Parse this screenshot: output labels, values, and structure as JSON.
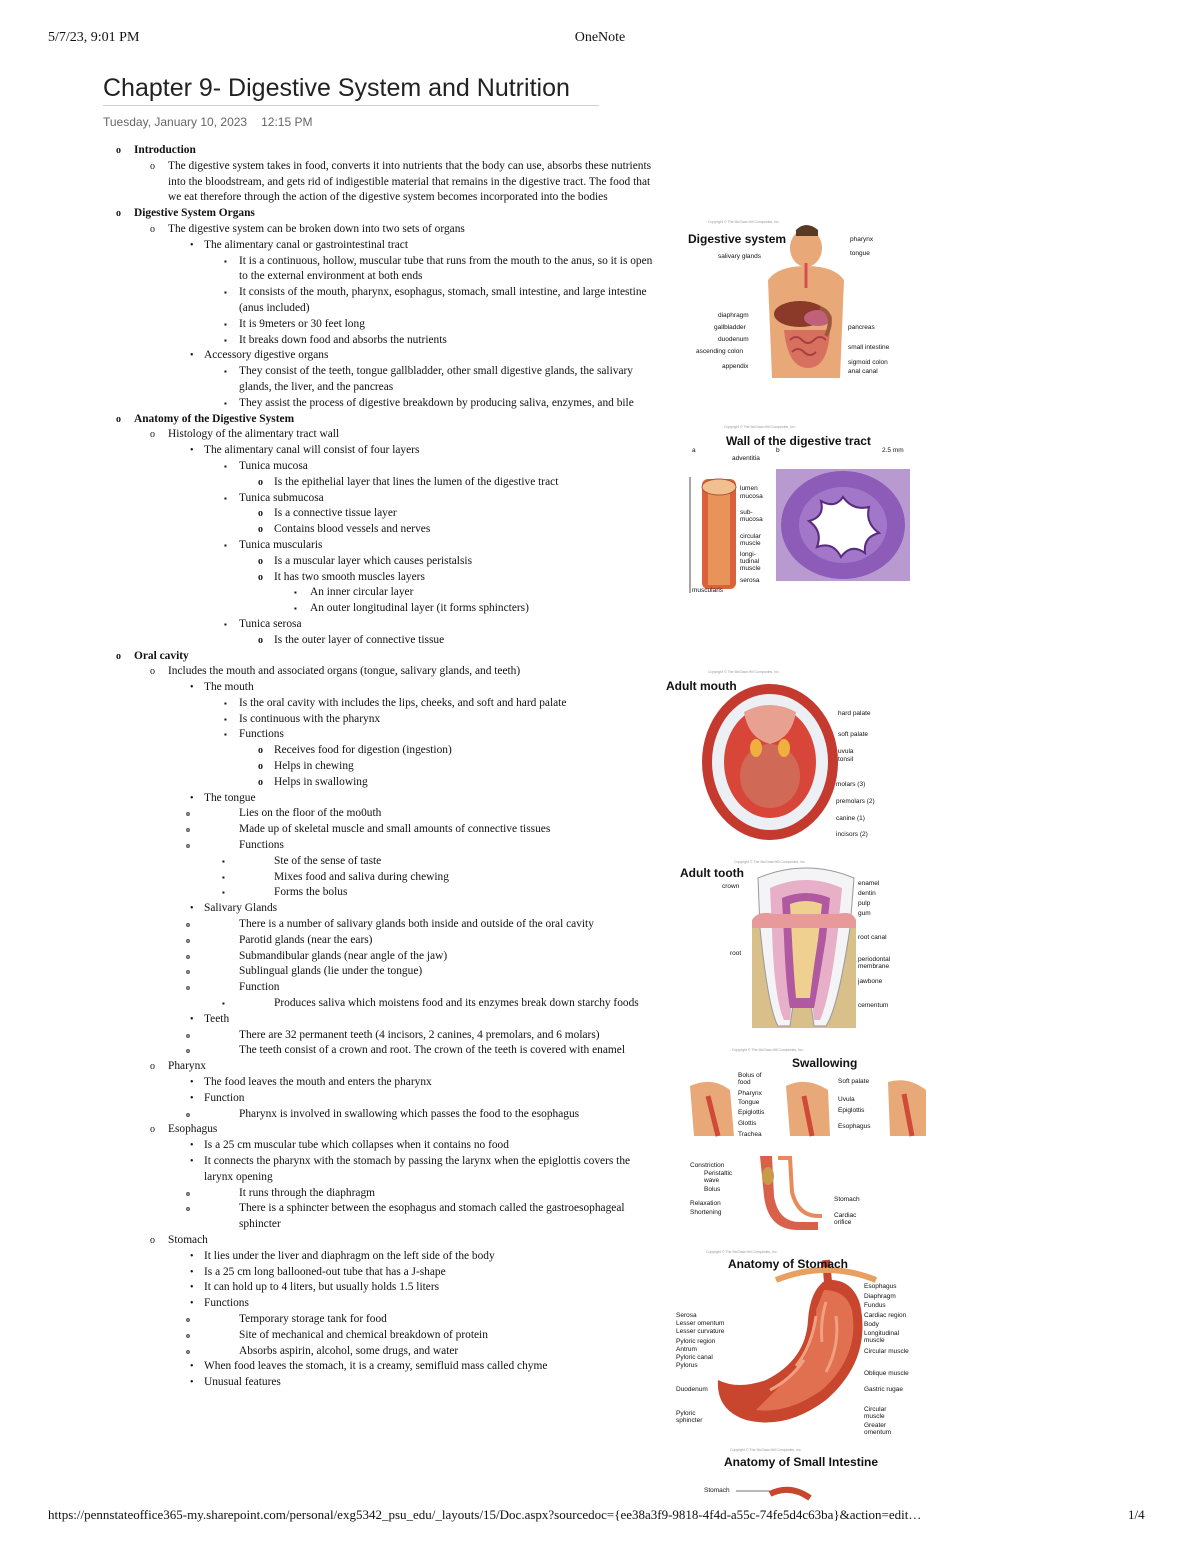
{
  "print_header": {
    "datetime": "5/7/23, 9:01 PM",
    "app": "OneNote"
  },
  "print_footer": {
    "url": "https://pennstateoffice365-my.sharepoint.com/personal/exg5342_psu_edu/_layouts/15/Doc.aspx?sourcedoc={ee38a3f9-9818-4f4d-a55c-74fe5d4c63ba}&action=edit…",
    "page": "1/4"
  },
  "page": {
    "title": "Chapter 9- Digestive System and Nutrition",
    "date": "Tuesday, January 10, 2023",
    "time": "12:15 PM"
  },
  "notes": [
    "Introduction",
    "The digestive system takes in food, converts it into nutrients that the body can use, absorbs these nutrients into the bloodstream, and gets rid of indigestible material that remains in the digestive tract. The food that we eat therefore through the action of the digestive system becomes incorporated into the bodies",
    "Digestive System Organs",
    "The digestive system can be broken down into two sets of organs",
    "The alimentary canal or gastrointestinal tract",
    "It is a continuous, hollow, muscular tube that runs from the mouth to the anus, so it is open to the external environment at both ends",
    "It consists of the mouth, pharynx, esophagus, stomach, small intestine, and large intestine (anus included)",
    "It is 9meters or 30 feet long",
    "It breaks down food and absorbs the nutrients",
    "Accessory digestive organs",
    "They consist of the teeth, tongue gallbladder, other small digestive glands, the salivary glands, the liver, and the pancreas",
    "They assist the process of digestive breakdown by producing saliva, enzymes, and bile",
    "Anatomy of the Digestive System",
    "Histology of the alimentary tract wall",
    "The alimentary canal will consist of four layers",
    "Tunica mucosa",
    "Is the epithelial layer that lines the lumen of the digestive tract",
    "Tunica submucosa",
    "Is a connective tissue layer",
    "Contains blood vessels and nerves",
    "Tunica muscularis",
    "Is a muscular layer which causes peristalsis",
    "It has two smooth muscles layers",
    "An inner circular layer",
    "An outer longitudinal layer (it forms sphincters)",
    "Tunica serosa",
    "Is the outer layer of connective tissue",
    "Oral cavity",
    "Includes the mouth and associated organs (tongue, salivary glands, and teeth)",
    "The mouth",
    "Is the oral cavity with includes the lips, cheeks, and soft and hard palate",
    "Is continuous with the pharynx",
    "Functions",
    "Receives food for digestion (ingestion)",
    "Helps in chewing",
    "Helps in swallowing",
    "The tongue",
    "Lies on the floor of the mo0uth",
    "Made up of skeletal muscle and small amounts of connective tissues",
    "Functions",
    "Ste of the sense of taste",
    "Mixes food and saliva during chewing",
    "Forms the bolus",
    "Salivary Glands",
    "There is a number of salivary glands both inside and outside of the oral cavity",
    "Parotid glands (near the ears)",
    "Submandibular glands (near angle of the jaw)",
    "Sublingual glands (lie under the tongue)",
    "Function",
    "Produces saliva which moistens food and its enzymes break down starchy foods",
    "Teeth",
    "There are 32 permanent teeth (4 incisors, 2 canines, 4 premolars, and 6 molars)",
    "The teeth consist of a crown and root. The crown of the teeth is covered with enamel",
    "Pharynx",
    "The food leaves the mouth and enters the pharynx",
    "Function",
    "Pharynx is involved in swallowing which passes the food to the esophagus",
    "Esophagus",
    "Is a 25 cm muscular tube which collapses when it contains no food",
    "It connects the pharynx with the stomach by passing the larynx when the epiglottis covers the larynx opening",
    "It runs through the diaphragm",
    "There is a sphincter between the esophagus and stomach called the gastroesophageal sphincter",
    "Stomach",
    "It lies under the liver and diaphragm on the left side of the body",
    "Is a 25 cm long ballooned-out tube that has a J-shape",
    "It can hold up to 4 liters, but usually holds 1.5 liters",
    "Functions",
    "Temporary storage tank for food",
    "Site of mechanical and chemical breakdown of protein",
    "Absorbs aspirin, alcohol, some drugs, and water",
    "When food leaves the stomach, it is a creamy, semifluid mass called chyme",
    "Unusual features"
  ],
  "figures": {
    "digestive_system": {
      "title": "Digestive system",
      "labels": [
        "salivary glands",
        "pharynx",
        "tongue",
        "diaphragm",
        "gallbladder",
        "duodenum",
        "ascending colon",
        "appendix",
        "pancreas",
        "small intestine",
        "sigmoid colon",
        "anal canal"
      ]
    },
    "wall": {
      "title": "Wall of the digestive tract",
      "labels": [
        "a",
        "b",
        "2.5 mm",
        "adventitia",
        "lumen",
        "mucosa",
        "sub-mucosa",
        "circular muscle",
        "longi-tudinal muscle",
        "serosa",
        "muscularis"
      ]
    },
    "mouth": {
      "title": "Adult mouth",
      "labels": [
        "hard palate",
        "soft palate",
        "uvula",
        "tonsil",
        "molars (3)",
        "premolars (2)",
        "canine (1)",
        "incisors (2)"
      ]
    },
    "tooth": {
      "title": "Adult tooth",
      "labels": [
        "crown",
        "root",
        "enamel",
        "dentin",
        "pulp",
        "gum",
        "root canal",
        "periodontal membrane",
        "jawbone",
        "cementum"
      ]
    },
    "swallowing": {
      "title": "Swallowing",
      "labels": [
        "Bolus of food",
        "Pharynx",
        "Tongue",
        "Epiglottis",
        "Glottis",
        "Trachea",
        "Soft palate",
        "Uvula",
        "Epiglottis",
        "Esophagus",
        "Constriction",
        "Peristaltic wave",
        "Bolus",
        "Relaxation",
        "Shortening",
        "Stomach",
        "Cardiac orifice"
      ]
    },
    "stomach": {
      "title": "Anatomy of Stomach",
      "labels": [
        "Esophagus",
        "Diaphragm",
        "Fundus",
        "Cardiac region",
        "Body",
        "Longitudinal muscle",
        "Circular muscle",
        "Oblique muscle",
        "Gastric rugae",
        "Circular muscle",
        "Greater omentum",
        "Serosa",
        "Lesser omentum",
        "Lesser curvature",
        "Pyloric region",
        "Antrum",
        "Pyloric canal",
        "Pylorus",
        "Duodenum",
        "Pyloric sphincter"
      ]
    },
    "small_intestine": {
      "title": "Anatomy of Small Intestine",
      "labels": [
        "Stomach"
      ]
    }
  },
  "colors": {
    "tissue_red": "#c0392b",
    "histology_purple": "#7a4aa0",
    "skin": "#e8a878",
    "tooth_pink": "#e8b0c8"
  }
}
